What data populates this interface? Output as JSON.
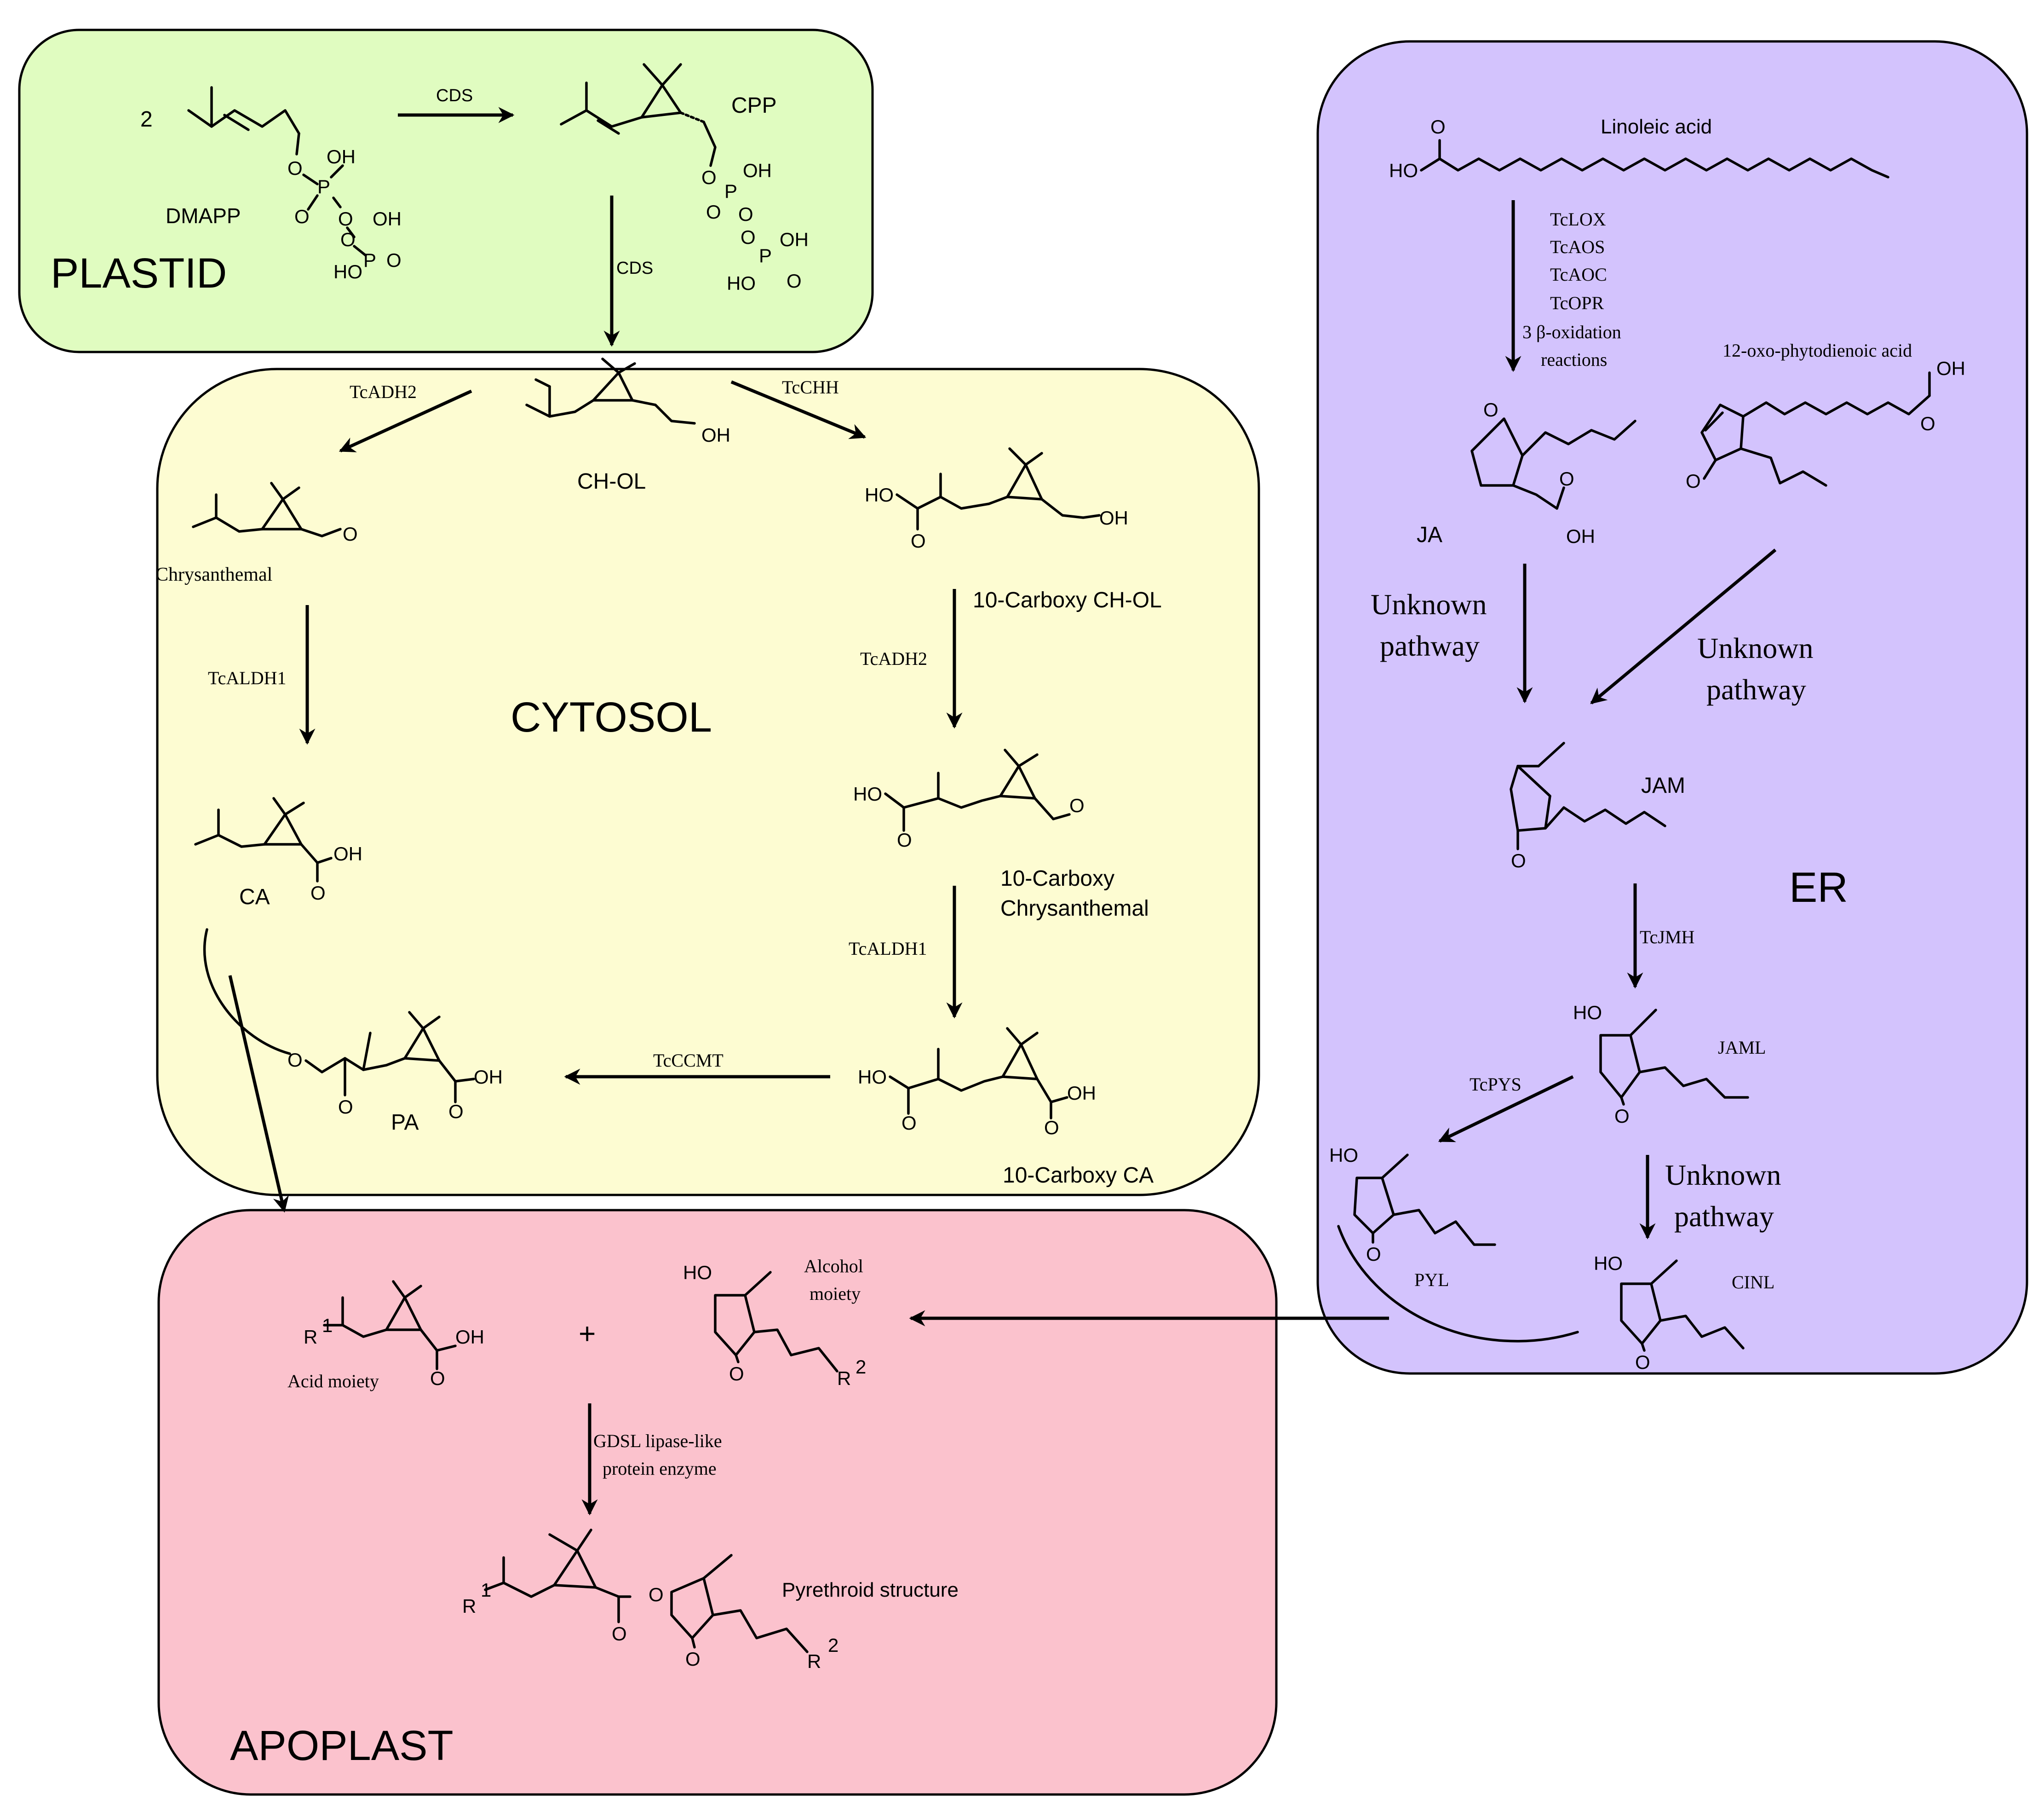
{
  "compartments": {
    "plastid": {
      "label": "PLASTID",
      "color": "#e0fcc0"
    },
    "cytosol": {
      "label": "CYTOSOL",
      "color": "#fdfcd2"
    },
    "er": {
      "label": "ER",
      "color": "#d3c3fd"
    },
    "apoplast": {
      "label": "APOPLAST",
      "color": "#fbc2cd"
    }
  },
  "molecules": {
    "dmapp": "DMAPP",
    "dmapp_count": "2",
    "cpp": "CPP",
    "ch_ol": "CH-OL",
    "chrysanthemal": "Chrysanthemal",
    "ca": "CA",
    "carboxy_ch_ol": "10-Carboxy CH-OL",
    "carboxy_chrysanthemal_line1": "10-Carboxy",
    "carboxy_chrysanthemal_line2": "Chrysanthemal",
    "carboxy_ca": "10-Carboxy CA",
    "pa": "PA",
    "linoleic_acid": "Linoleic acid",
    "opda": "12-oxo-phytodienoic acid",
    "ja": "JA",
    "jam": "JAM",
    "jaml": "JAML",
    "pyl": "PYL",
    "cinl": "CINL",
    "acid_moiety": "Acid moiety",
    "alcohol_moiety_line1": "Alcohol",
    "alcohol_moiety_line2": "moiety",
    "pyrethroid": "Pyrethroid structure",
    "plus": "+"
  },
  "enzymes": {
    "cds_1": "CDS",
    "cds_2": "CDS",
    "tcadh2_1": "TcADH2",
    "tcchh": "TcCHH",
    "tcaldh1_1": "TcALDH1",
    "tcadh2_2": "TcADH2",
    "tcaldh1_2": "TcALDH1",
    "tcccmt": "TcCCMT",
    "ja_steps": [
      "TcLOX",
      "TcAOS",
      "TcAOC",
      "TcOPR",
      "3 β-oxidation",
      "reactions"
    ],
    "tcjmh": "TcJMH",
    "tcpys": "TcPYS",
    "gdsl_line1": "GDSL lipase-like",
    "gdsl_line2": "protein enzyme"
  },
  "pathways": {
    "unknown_1": [
      "Unknown",
      "pathway"
    ],
    "unknown_2": [
      "Unknown",
      "pathway"
    ],
    "unknown_3": [
      "Unknown",
      "pathway"
    ]
  }
}
